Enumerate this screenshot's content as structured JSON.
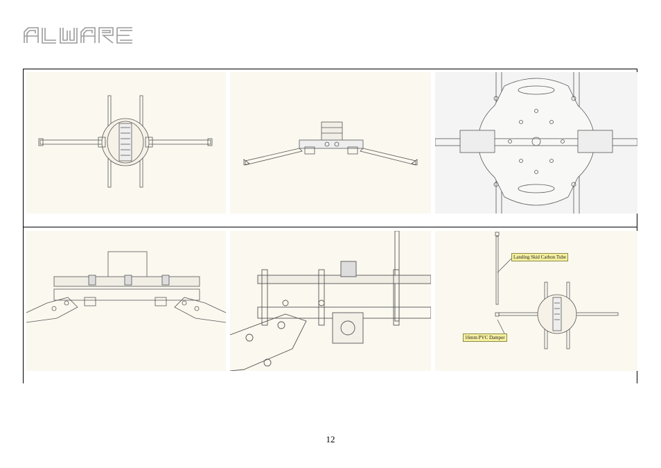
{
  "header": {
    "logo_text": "ALWARE"
  },
  "figure": {
    "callouts": {
      "landing_skid": "Landing Skid Carbon Tube",
      "damper": "16mm PVC Damper"
    }
  },
  "footer": {
    "page_number": "12"
  },
  "colors": {
    "panel_bg": "#fbf8ef",
    "panel_bg_alt": "#f4f4f4",
    "callout_bg": "#f5f0a0",
    "line": "#555555"
  }
}
